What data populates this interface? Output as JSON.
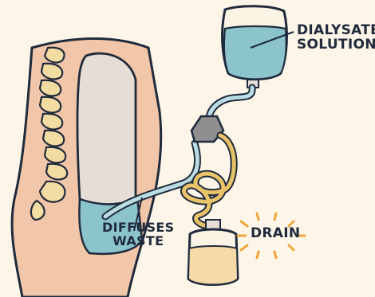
{
  "labels": {
    "dialysate_line1": "DIALYSATE",
    "dialysate_line2": "SOLUTION",
    "diffuses_line1": "DIFFUSES",
    "diffuses_line2": "WASTE",
    "drain": "DRAIN"
  },
  "colors": {
    "background": "#fdf6e8",
    "skin": "#f2c6a8",
    "peritoneum": "#e6ded6",
    "spine": "#f3dca2",
    "fluid": "#8cc4cc",
    "tube": "#b9dde2",
    "drain_tube": "#e9c36a",
    "drain_fluid": "#f6dba8",
    "connector": "#8f8f8f",
    "outline": "#1f2a3c",
    "sparkle": "#f0a63a"
  }
}
